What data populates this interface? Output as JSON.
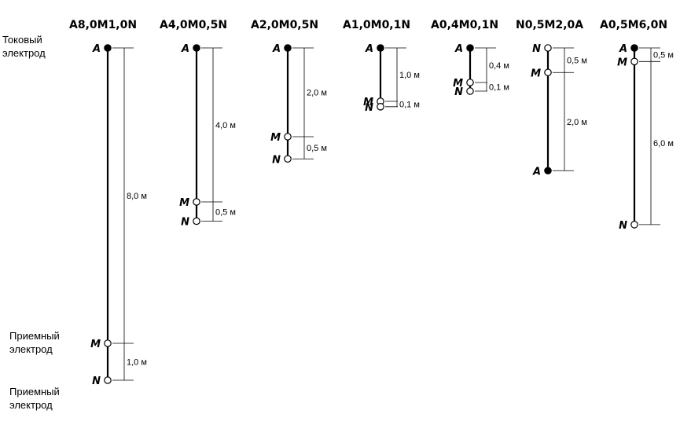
{
  "side_labels": {
    "current_electrode": [
      "Токовый",
      "электрод"
    ],
    "receiving_electrode_m": [
      "Приемный",
      "электрод"
    ],
    "receiving_electrode_n": [
      "Приемный",
      "электрод"
    ]
  },
  "configurations": [
    {
      "title": "A8,0M1,0N",
      "electrodes": [
        {
          "label": "A",
          "filled": true,
          "pos": 0
        },
        {
          "label": "M",
          "filled": false,
          "pos": 8.0
        },
        {
          "label": "N",
          "filled": false,
          "pos": 9.0
        }
      ],
      "distances": [
        "8,0 м",
        "1,0 м"
      ]
    },
    {
      "title": "A4,0M0,5N",
      "electrodes": [
        {
          "label": "A",
          "filled": true,
          "pos": 0
        },
        {
          "label": "M",
          "filled": false,
          "pos": 4.0
        },
        {
          "label": "N",
          "filled": false,
          "pos": 4.5
        }
      ],
      "distances": [
        "4,0 м",
        "0,5 м"
      ]
    },
    {
      "title": "A2,0M0,5N",
      "electrodes": [
        {
          "label": "A",
          "filled": true,
          "pos": 0
        },
        {
          "label": "M",
          "filled": false,
          "pos": 2.0
        },
        {
          "label": "N",
          "filled": false,
          "pos": 2.5
        }
      ],
      "distances": [
        "2,0 м",
        "0,5 м"
      ]
    },
    {
      "title": "A1,0M0,1N",
      "electrodes": [
        {
          "label": "A",
          "filled": true,
          "pos": 0
        },
        {
          "label": "M",
          "filled": false,
          "pos": 1.0
        },
        {
          "label": "N",
          "filled": false,
          "pos": 1.1
        }
      ],
      "distances": [
        "1,0 м",
        "0,1 м"
      ]
    },
    {
      "title": "A0,4M0,1N",
      "electrodes": [
        {
          "label": "A",
          "filled": true,
          "pos": 0
        },
        {
          "label": "M",
          "filled": false,
          "pos": 0.4
        },
        {
          "label": "N",
          "filled": false,
          "pos": 0.5
        }
      ],
      "distances": [
        "0,4 м",
        "0,1 м"
      ]
    },
    {
      "title": "N0,5M2,0A",
      "electrodes": [
        {
          "label": "N",
          "filled": false,
          "pos": 0
        },
        {
          "label": "M",
          "filled": false,
          "pos": 0.5
        },
        {
          "label": "A",
          "filled": true,
          "pos": 2.5
        }
      ],
      "distances": [
        "0,5 м",
        "2,0 м"
      ]
    },
    {
      "title": "A0,5M6,0N",
      "electrodes": [
        {
          "label": "A",
          "filled": true,
          "pos": 0
        },
        {
          "label": "M",
          "filled": false,
          "pos": 0.5
        },
        {
          "label": "N",
          "filled": false,
          "pos": 6.5
        }
      ],
      "distances": [
        "0,5 м",
        "6,0 м"
      ]
    }
  ]
}
